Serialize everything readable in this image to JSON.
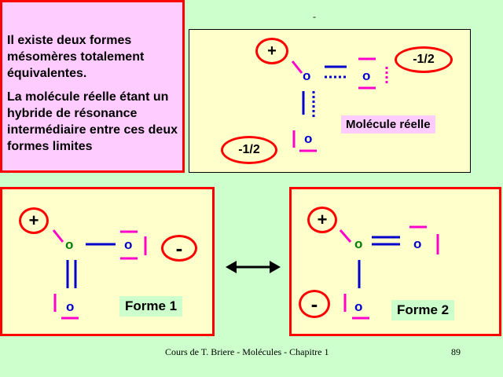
{
  "intro": {
    "paragraph1": "Il existe deux formes mésomères totalement équivalentes.",
    "paragraph2": "La molécule réelle étant un hybride de résonance intermédiaire entre ces deux formes limites"
  },
  "top_marker": "-",
  "hybrid": {
    "label": "Molécule réelle",
    "charge_positive": "+",
    "charge_right": "-1/2",
    "charge_left": "-1/2",
    "atom": "o"
  },
  "form1": {
    "label": "Forme 1",
    "charge_positive": "+",
    "charge_negative": "-",
    "atom": "o"
  },
  "form2": {
    "label": "Forme 2",
    "charge_positive": "+",
    "charge_negative": "-",
    "atom": "o"
  },
  "footer": {
    "text": "Cours de T. Briere - Molécules - Chapitre 1",
    "page": "89"
  },
  "colors": {
    "background": "#ccffcc",
    "panel": "#ffffcc",
    "intro_panel": "#ffccff",
    "frame": "#ff0000",
    "bond": "#0000cc",
    "lone_pair": "#ff00cc",
    "center_atom": "#008000",
    "atom": "#0000cc"
  }
}
